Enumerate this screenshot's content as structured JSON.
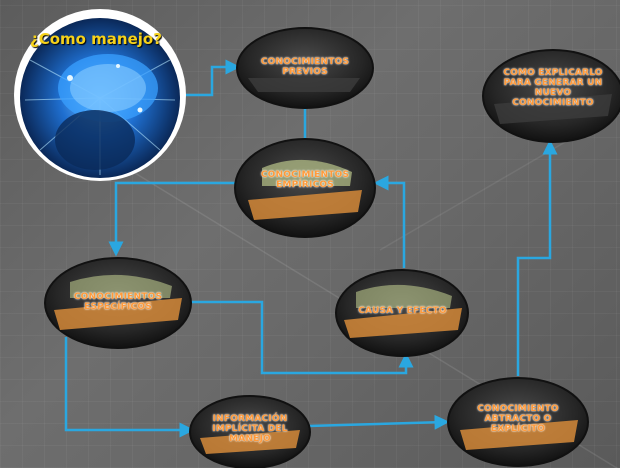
{
  "brain": {
    "question": "¿Como manejo?"
  },
  "nodes": {
    "previos": "CONOCIMIENTOS PREVIOS",
    "empiricos": "CONOCIMIENTOS EMPÍRICOS",
    "especificos": "CONOCIMIENTOS ESPECÍFICOS",
    "causa": "CAUSA Y EFECTO",
    "informacion": "INFORMACIÓN IMPLÍCITA DEL MANEJO",
    "abstracto": "CONOCIMIENTO ABTRACTO O EXPLÍCITO",
    "explicarlo": "COMO EXPLICARLO PARA GENERAR UN NUEVO CONOCIMIENTO"
  },
  "colors": {
    "arrow": "#2aa7e0",
    "label": "#ff9a3a",
    "node_fill": "#2a2a2a",
    "title": "#f6d21a"
  }
}
